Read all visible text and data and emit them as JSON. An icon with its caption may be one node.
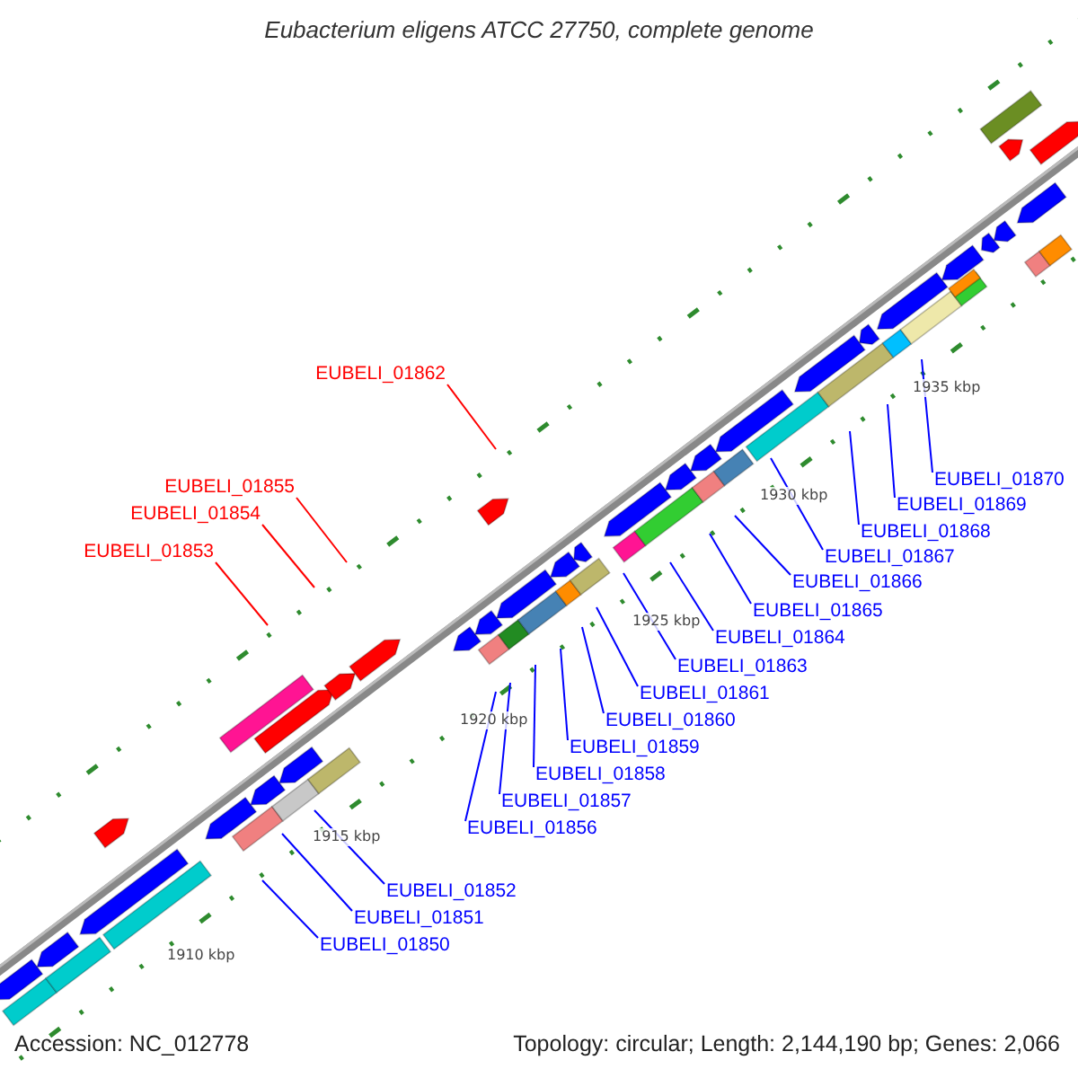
{
  "diagram": {
    "title": "Eubacterium eligens ATCC 27750, complete genome",
    "nodes": [
      {
        "text": [
          "EUBELI_01862"
        ]
      },
      {
        "text": [
          "EUBELI_01855"
        ]
      },
      {
        "text": [
          "EUBELI_01854"
        ]
      },
      {
        "text": [
          "EUBELI_01853"
        ]
      },
      {
        "text": [
          "EUBELI_01870"
        ]
      },
      {
        "text": [
          "EUBELI_01869"
        ]
      },
      {
        "text": [
          "EUBELI_01868"
        ]
      },
      {
        "text": [
          "EUBELI_01867"
        ]
      },
      {
        "text": [
          "EUBELI_01866"
        ]
      },
      {
        "text": [
          "EUBELI_01865"
        ]
      },
      {
        "text": [
          "EUBELI_01864"
        ]
      },
      {
        "text": [
          "EUBELI_01863"
        ]
      },
      {
        "text": [
          "EUBELI_01861"
        ]
      },
      {
        "text": [
          "EUBELI_01860"
        ]
      },
      {
        "text": [
          "EUBELI_01859"
        ]
      },
      {
        "text": [
          "EUBELI_01858"
        ]
      },
      {
        "text": [
          "EUBELI_01857"
        ]
      },
      {
        "text": [
          "EUBELI_01856"
        ]
      },
      {
        "text": [
          "EUBELI_01852"
        ]
      },
      {
        "text": [
          "EUBELI_01851"
        ]
      },
      {
        "text": [
          "EUBELI_01850"
        ]
      }
    ],
    "edges": [
      {
        "from": 0,
        "to": null,
        "arrow": "none",
        "color": "#ff0000"
      },
      {
        "from": 1,
        "to": null,
        "arrow": "none",
        "color": "#ff0000"
      },
      {
        "from": 2,
        "to": null,
        "arrow": "none",
        "color": "#ff0000"
      },
      {
        "from": 3,
        "to": null,
        "arrow": "none",
        "color": "#ff0000"
      },
      {
        "from": 4,
        "to": null,
        "arrow": "none"
      },
      {
        "from": 5,
        "to": null,
        "arrow": "none"
      },
      {
        "from": 6,
        "to": null,
        "arrow": "none"
      },
      {
        "from": 7,
        "to": null,
        "arrow": "none"
      },
      {
        "from": 8,
        "to": null,
        "arrow": "none"
      },
      {
        "from": 9,
        "to": null,
        "arrow": "none"
      },
      {
        "from": 10,
        "to": null,
        "arrow": "none"
      },
      {
        "from": 11,
        "to": null,
        "arrow": "none"
      },
      {
        "from": 12,
        "to": null,
        "arrow": "none"
      },
      {
        "from": 13,
        "to": null,
        "arrow": "none"
      },
      {
        "from": 14,
        "to": null,
        "arrow": "none"
      },
      {
        "from": 15,
        "to": null,
        "arrow": "none"
      },
      {
        "from": 16,
        "to": null,
        "arrow": "none"
      },
      {
        "from": 17,
        "to": null,
        "arrow": "none"
      },
      {
        "from": 18,
        "to": null,
        "arrow": "none"
      },
      {
        "from": 19,
        "to": null,
        "arrow": "none"
      },
      {
        "from": 20,
        "to": null,
        "arrow": "none"
      }
    ],
    "labels": [
      "1935 kbp",
      "1930 kbp",
      "1925 kbp",
      "1920 kbp",
      "1915 kbp",
      "1910 kbp",
      "Accession: NC_012778",
      "Topology: circular; Length: 2,144,190 bp; Genes: 2,066"
    ]
  }
}
